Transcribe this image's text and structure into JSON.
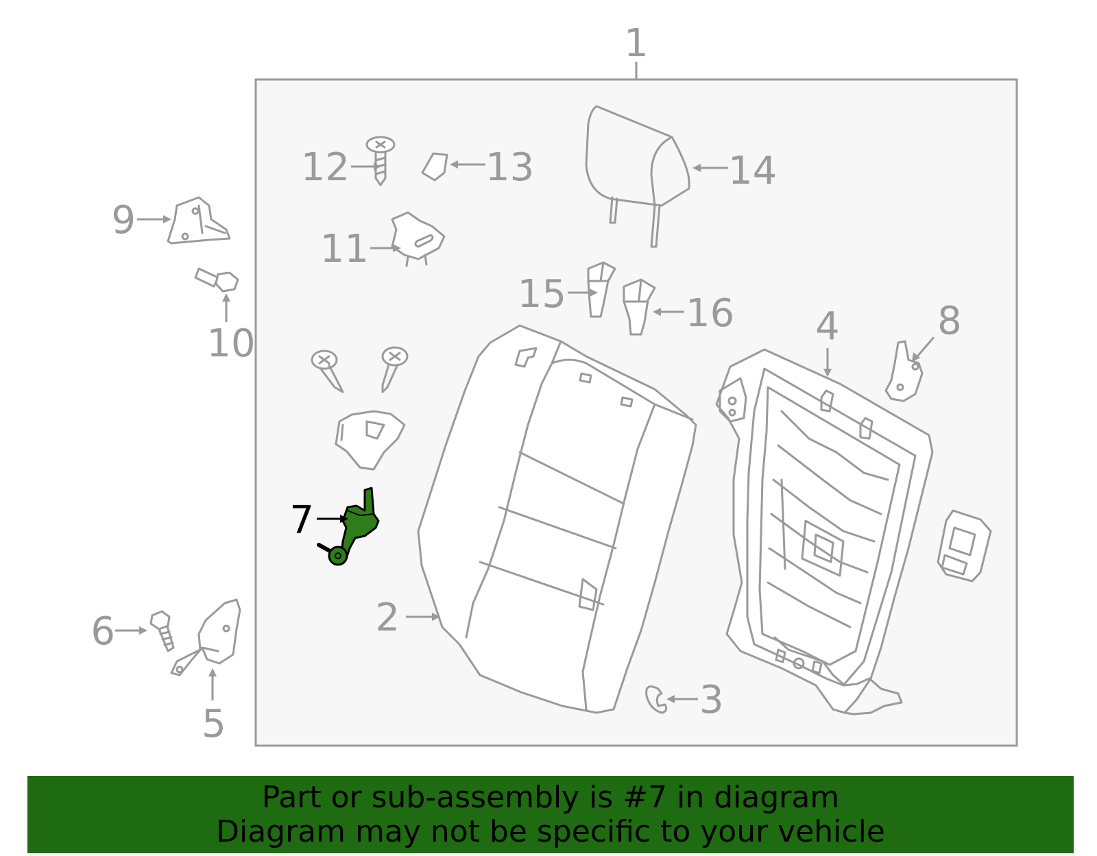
{
  "colors": {
    "line_gray": "#9a9a9a",
    "highlight_green": "#2e7d1a",
    "banner_green": "#1f6b12",
    "box_fill": "#f7f7f7"
  },
  "callouts": [
    "1",
    "2",
    "3",
    "4",
    "5",
    "6",
    "7",
    "8",
    "9",
    "10",
    "11",
    "12",
    "13",
    "14",
    "15",
    "16"
  ],
  "highlighted_part": "7",
  "banner": {
    "line1": "Part or sub-assembly is #7 in diagram",
    "line2": "Diagram may not be specific to your vehicle"
  }
}
